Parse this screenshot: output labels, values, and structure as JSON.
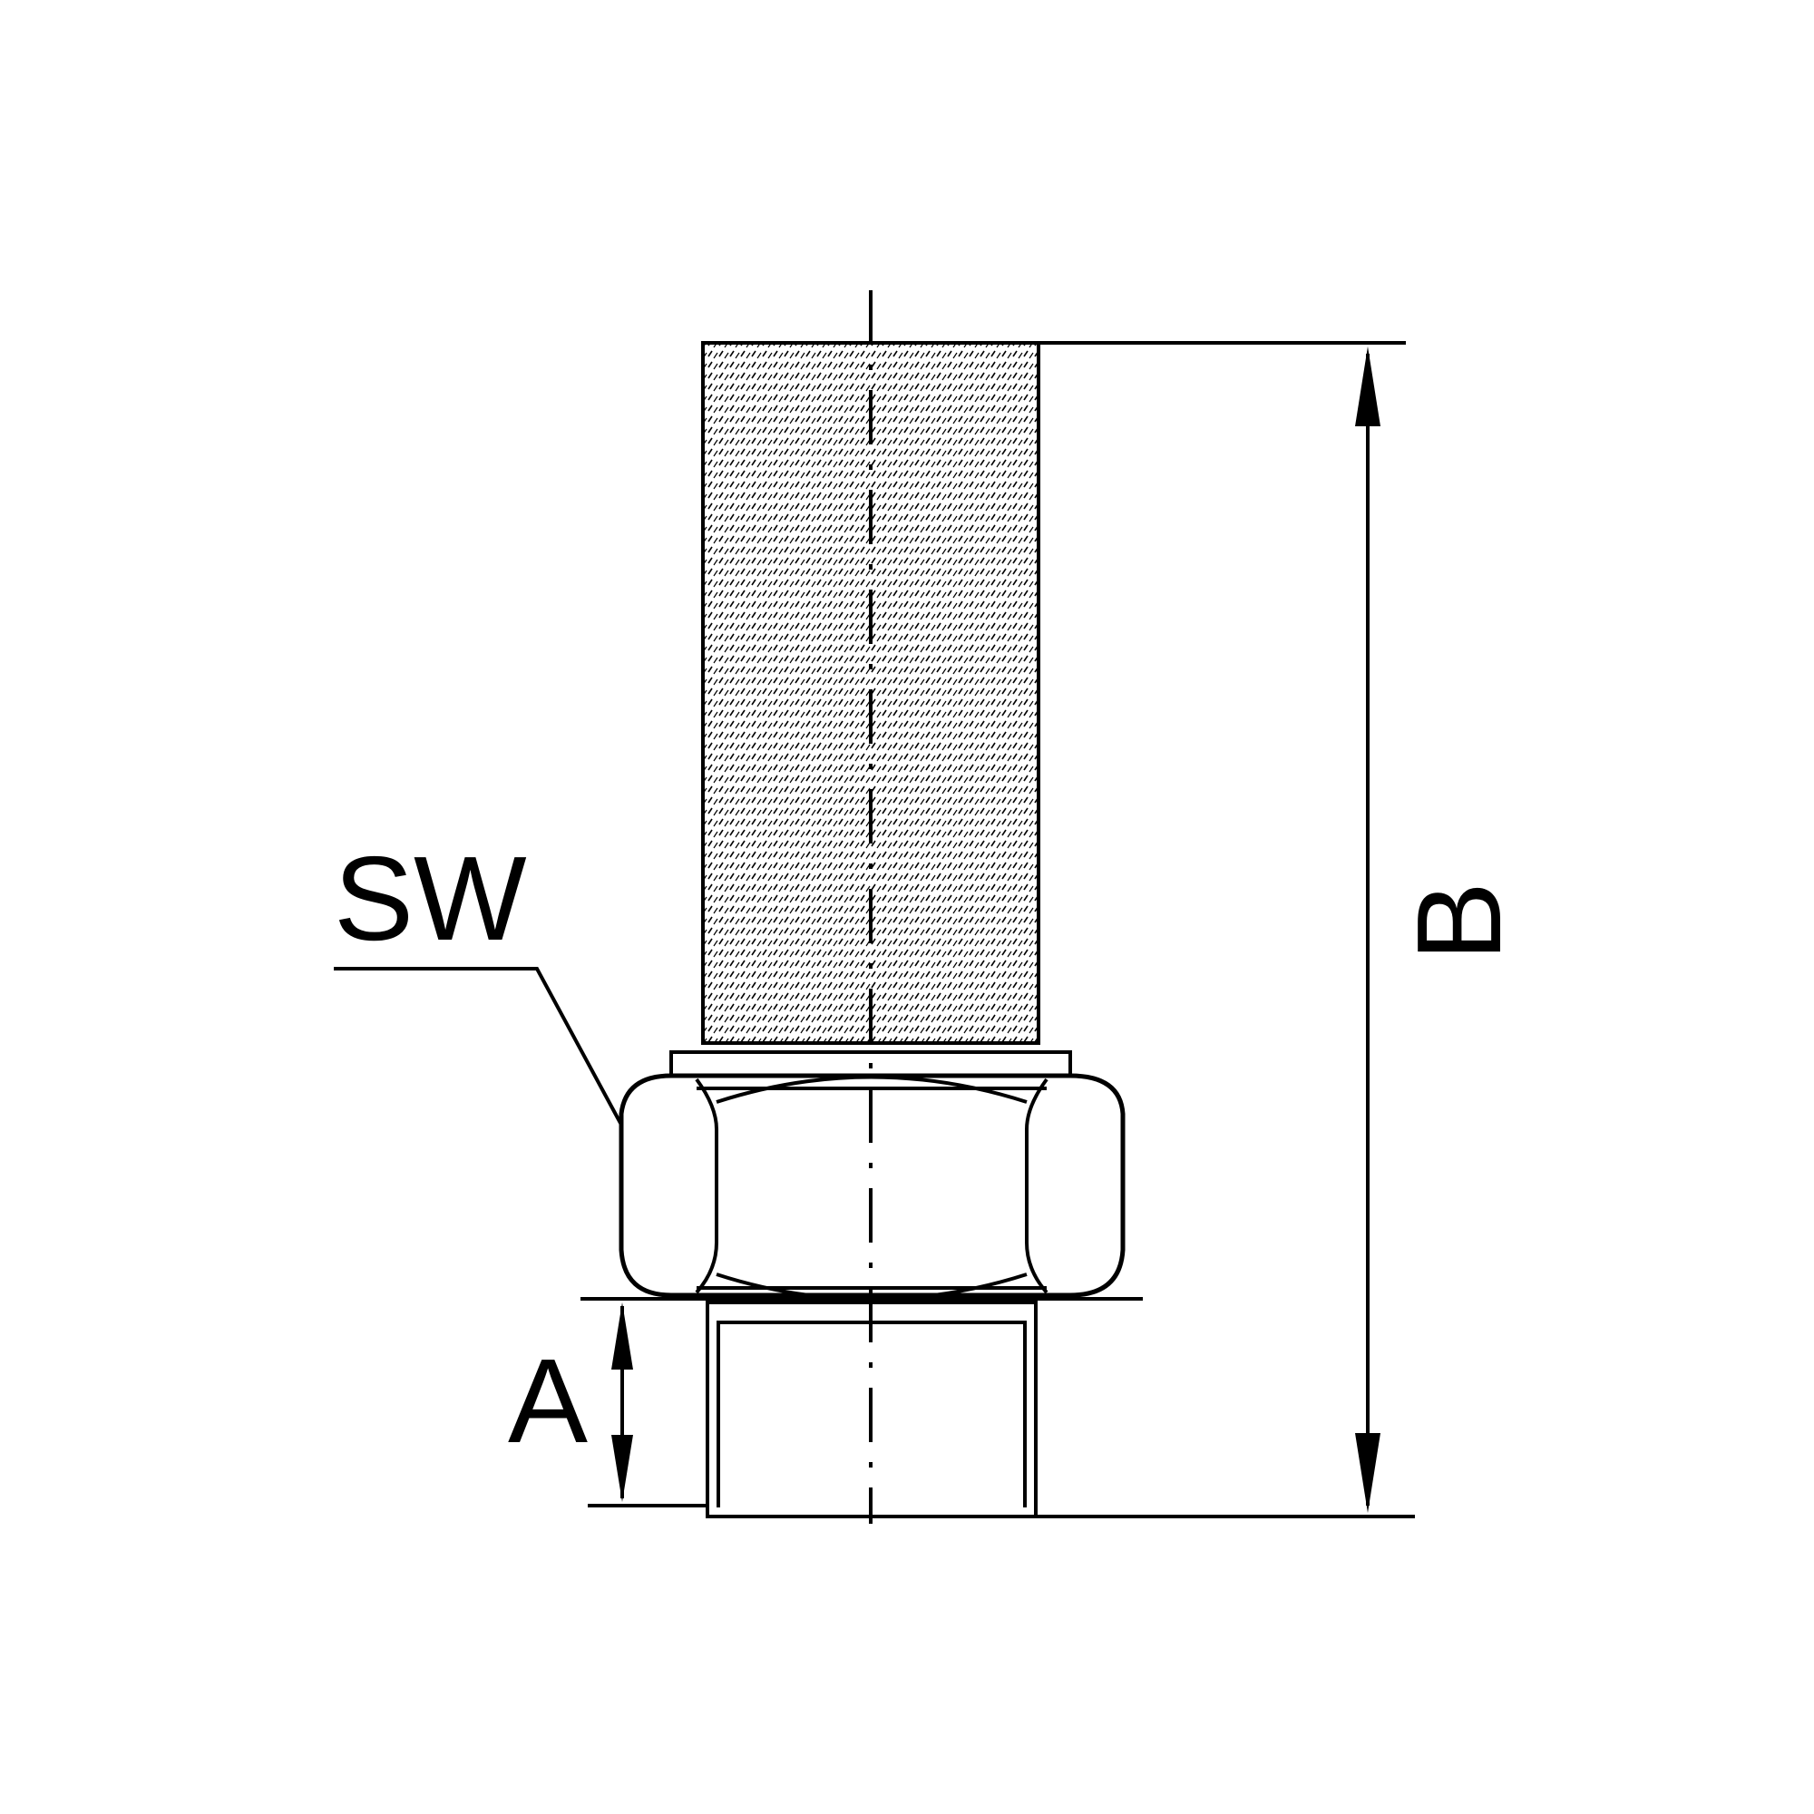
{
  "diagram": {
    "labels": {
      "wrench_size": "SW",
      "thread_length": "A",
      "overall_length": "B"
    },
    "colors": {
      "line": "#000000",
      "background": "#ffffff"
    }
  }
}
